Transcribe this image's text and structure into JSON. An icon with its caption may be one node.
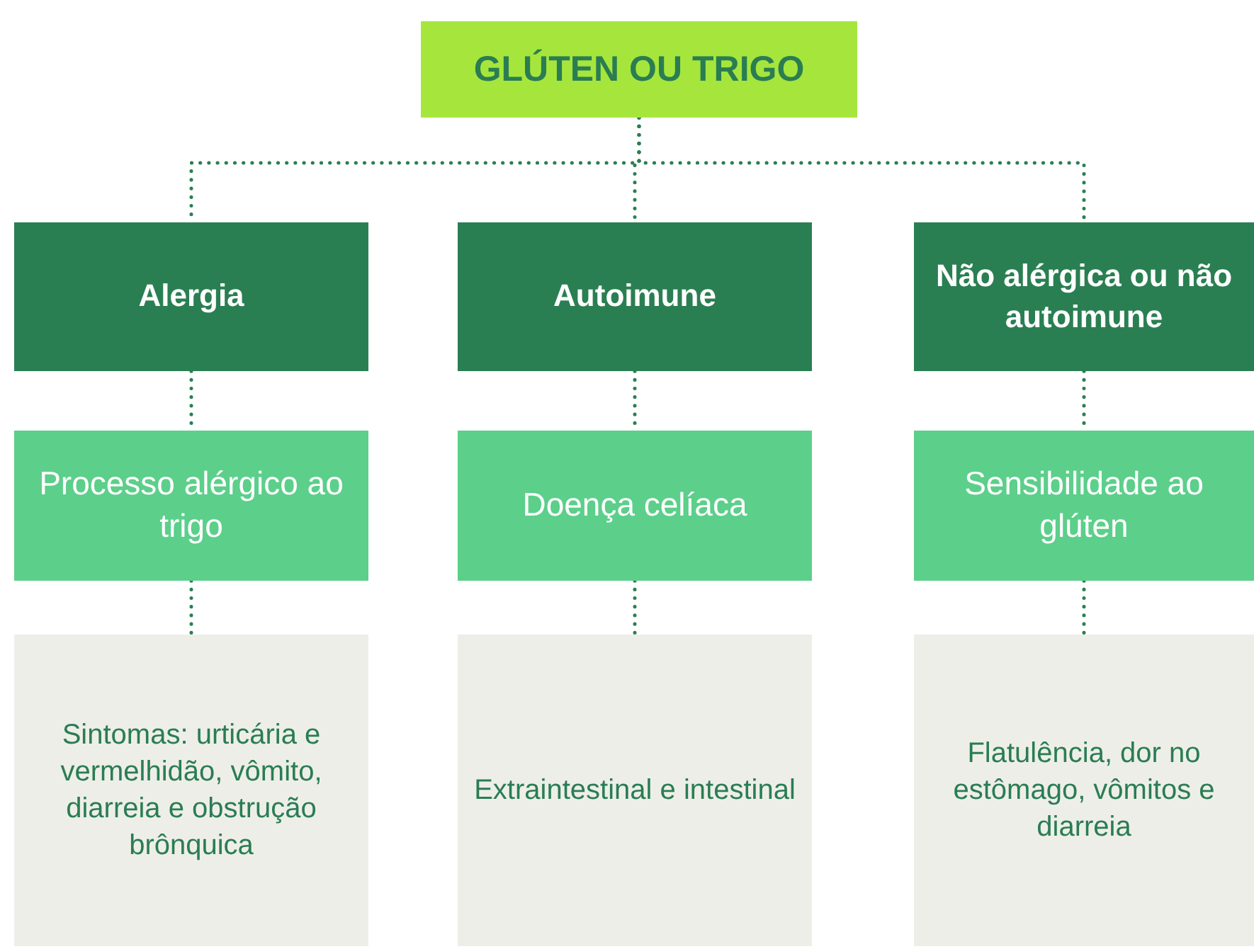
{
  "diagram": {
    "nodes": [
      {
        "text": [
          "GLÚTEN OU TRIGO"
        ]
      },
      {
        "text": [
          "Alergia"
        ]
      },
      {
        "text": [
          "Autoimune"
        ]
      },
      {
        "text": [
          "Não alérgica ou não autoimune"
        ]
      },
      {
        "text": [
          "Processo alérgico ao trigo"
        ]
      },
      {
        "text": [
          "Doença celíaca"
        ]
      },
      {
        "text": [
          "Sensibilidade ao glúten"
        ]
      },
      {
        "text": [
          "Sintomas: urticária e vermelhidão, vômito, diarreia e obstrução brônquica"
        ]
      },
      {
        "text": [
          "Extraintestinal e intestinal"
        ]
      },
      {
        "text": [
          "Flatulência, dor no estômago, vômitos e diarreia"
        ]
      }
    ],
    "edges": [
      {
        "from": 0,
        "to": 1,
        "arrow": "none"
      },
      {
        "from": 0,
        "to": 2,
        "arrow": "none"
      },
      {
        "from": 0,
        "to": 3,
        "arrow": "none"
      },
      {
        "from": 1,
        "to": 4,
        "arrow": "none"
      },
      {
        "from": 2,
        "to": 5,
        "arrow": "none"
      },
      {
        "from": 3,
        "to": 6,
        "arrow": "none"
      },
      {
        "from": 4,
        "to": 7,
        "arrow": "none"
      },
      {
        "from": 5,
        "to": 8,
        "arrow": "none"
      },
      {
        "from": 6,
        "to": 9,
        "arrow": "none"
      }
    ]
  }
}
